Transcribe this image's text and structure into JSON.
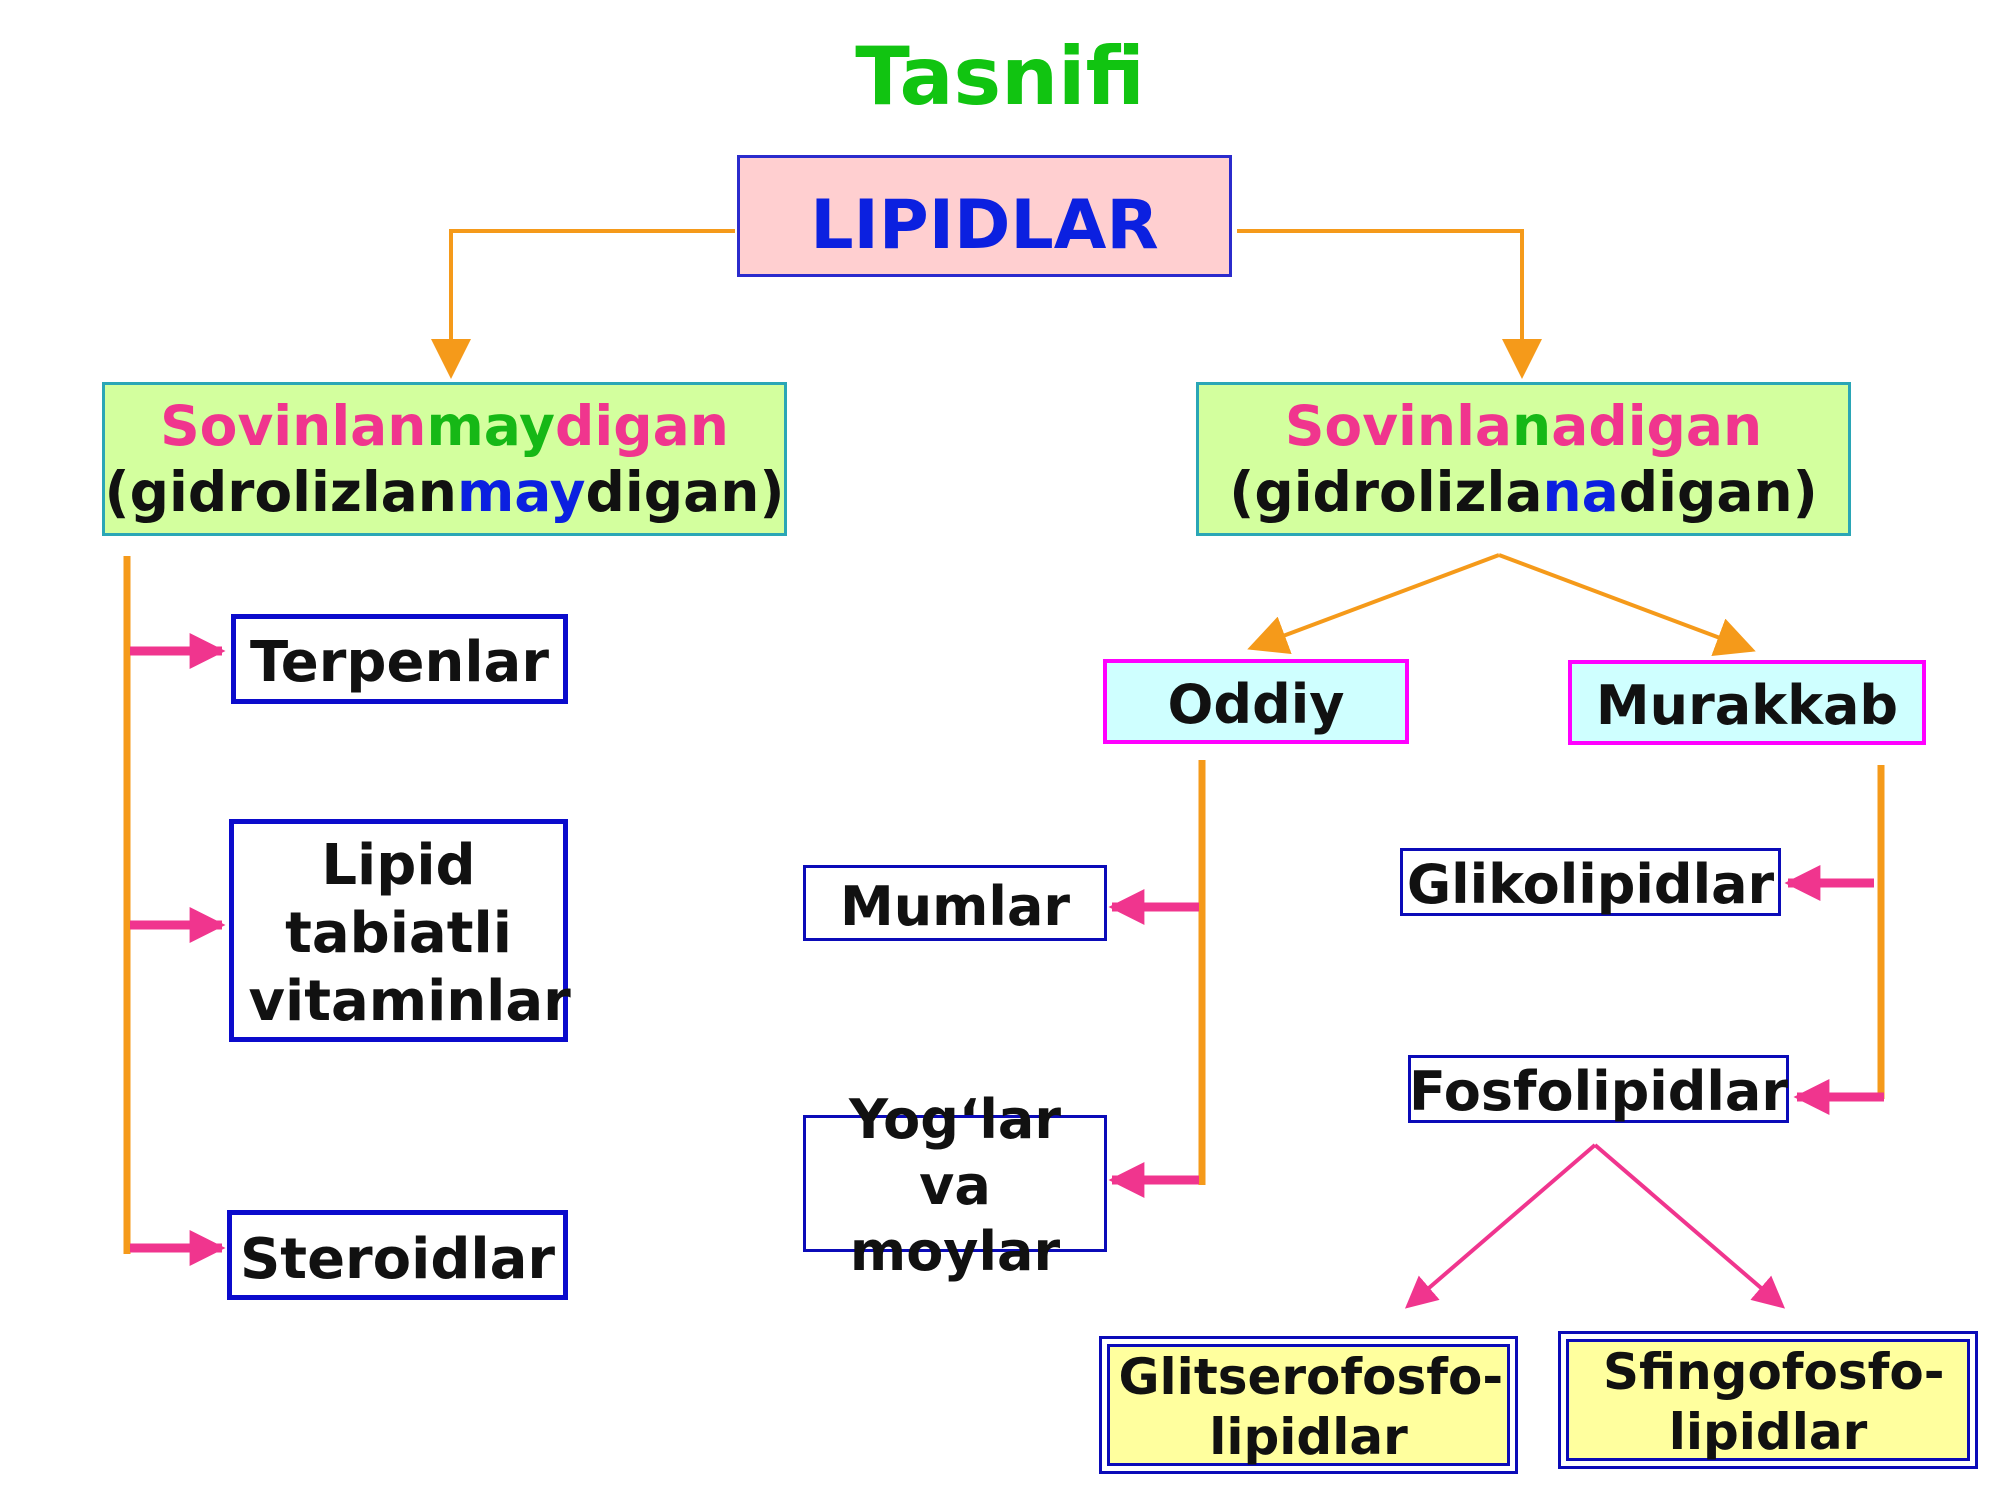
{
  "title": "Tasnifi",
  "root": {
    "label": "LIPIDLAR"
  },
  "non_saponifiable": {
    "line1": {
      "part1": "Sovinlan",
      "part2": "may",
      "part3": "digan"
    },
    "line2": {
      "part1": "(gidrolizlan",
      "part2": "may",
      "part3": "digan)"
    },
    "children": [
      "Terpenlar",
      "Lipid tabiatli vitaminlar",
      "Steroidlar"
    ]
  },
  "saponifiable": {
    "line1": {
      "part1": "Sovinla",
      "part2": "n",
      "part3": "adigan"
    },
    "line2": {
      "part1": "(gidrolizla",
      "part2": "na",
      "part3": "digan)"
    }
  },
  "simple": {
    "label": "Oddiy",
    "children": [
      "Mumlar",
      "Yog‘lar va moylar"
    ]
  },
  "complex": {
    "label": "Murakkab",
    "children": [
      "Glikolipidlar",
      "Fosfolipidlar"
    ]
  },
  "phospholipids": {
    "children": [
      "Glitserofosfo-lipidlar",
      "Sfingofosfo-lipidlar"
    ]
  },
  "colors": {
    "title": "#11c411",
    "root_fill": "#ffcfd0",
    "green_fill": "#d3ff9e",
    "cyan_fill": "#cfffff",
    "yellow_fill": "#ffff9e",
    "orange_line": "#f59a1a",
    "pink_arrow": "#f0358e",
    "blue_text": "#0b20e0"
  }
}
